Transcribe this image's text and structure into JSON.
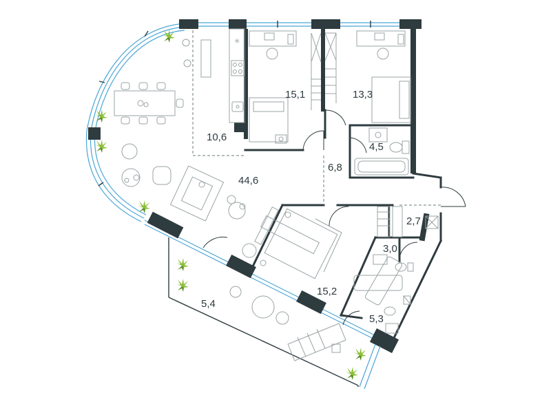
{
  "rooms": [
    {
      "id": "kitchen",
      "area": "10,6"
    },
    {
      "id": "bedroom-2",
      "area": "15,1"
    },
    {
      "id": "bedroom-3",
      "area": "13,3"
    },
    {
      "id": "bathroom-1",
      "area": "4,5"
    },
    {
      "id": "hall",
      "area": "6,8"
    },
    {
      "id": "living",
      "area": "44,6"
    },
    {
      "id": "storage",
      "area": "2,7"
    },
    {
      "id": "wc",
      "area": "3,0"
    },
    {
      "id": "master-bedroom",
      "area": "15,2"
    },
    {
      "id": "bathroom-2",
      "area": "5,3"
    },
    {
      "id": "terrace",
      "area": "5,4"
    }
  ],
  "colors": {
    "wall": "#2e3b3f",
    "glass": "#4aa5d6",
    "plant": "#8cbf3a",
    "furniture": "#9aa3a6"
  },
  "icons": [
    "plant-icon",
    "chair-icon",
    "bed-icon",
    "bathtub-icon",
    "toilet-icon",
    "sink-icon",
    "sofa-icon",
    "dining-table-icon",
    "stove-icon",
    "sun-lounger-icon"
  ]
}
